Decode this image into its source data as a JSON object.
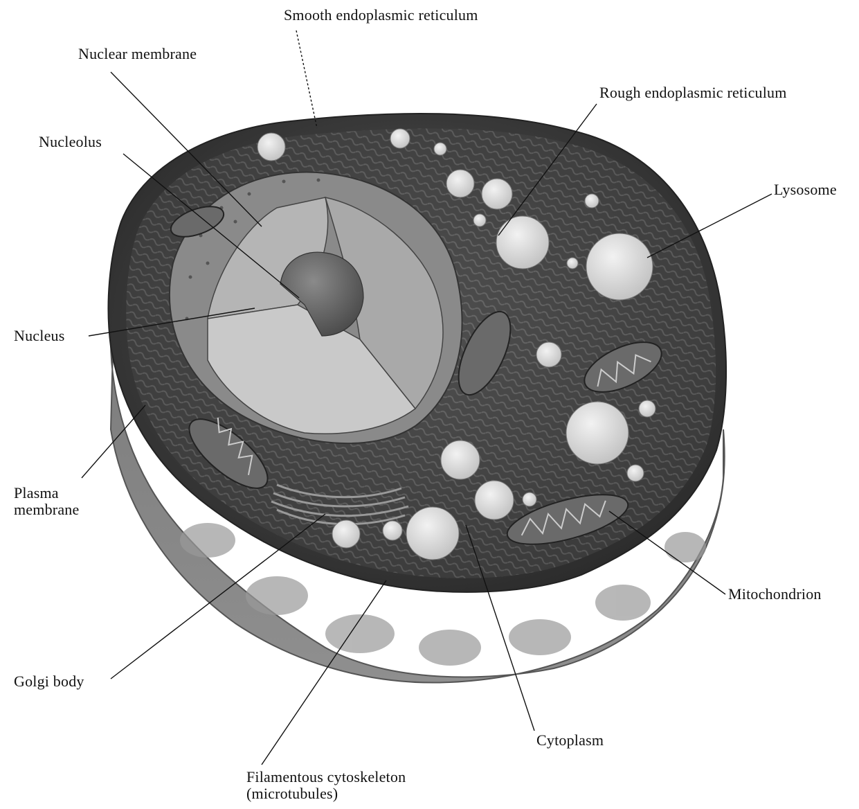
{
  "labels": {
    "smooth_er": "Smooth endoplasmic reticulum",
    "nuclear_membrane": "Nuclear membrane",
    "rough_er": "Rough endoplasmic reticulum",
    "nucleolus": "Nucleolus",
    "lysosome": "Lysosome",
    "nucleus": "Nucleus",
    "plasma_membrane_1": "Plasma",
    "plasma_membrane_2": "membrane",
    "mitochondrion": "Mitochondrion",
    "golgi_body": "Golgi body",
    "cytoplasm": "Cytoplasm",
    "cytoskeleton_1": "Filamentous cytoskeleton",
    "cytoskeleton_2": "(microtubules)"
  },
  "colors": {
    "ink": "#111111",
    "cell_dark": "#3a3a3a",
    "cell_mid": "#6e6e6e",
    "cell_light": "#a8a8a8",
    "nucleus_face": "#c9c9c9",
    "vesicle": "#dcdcdc"
  }
}
